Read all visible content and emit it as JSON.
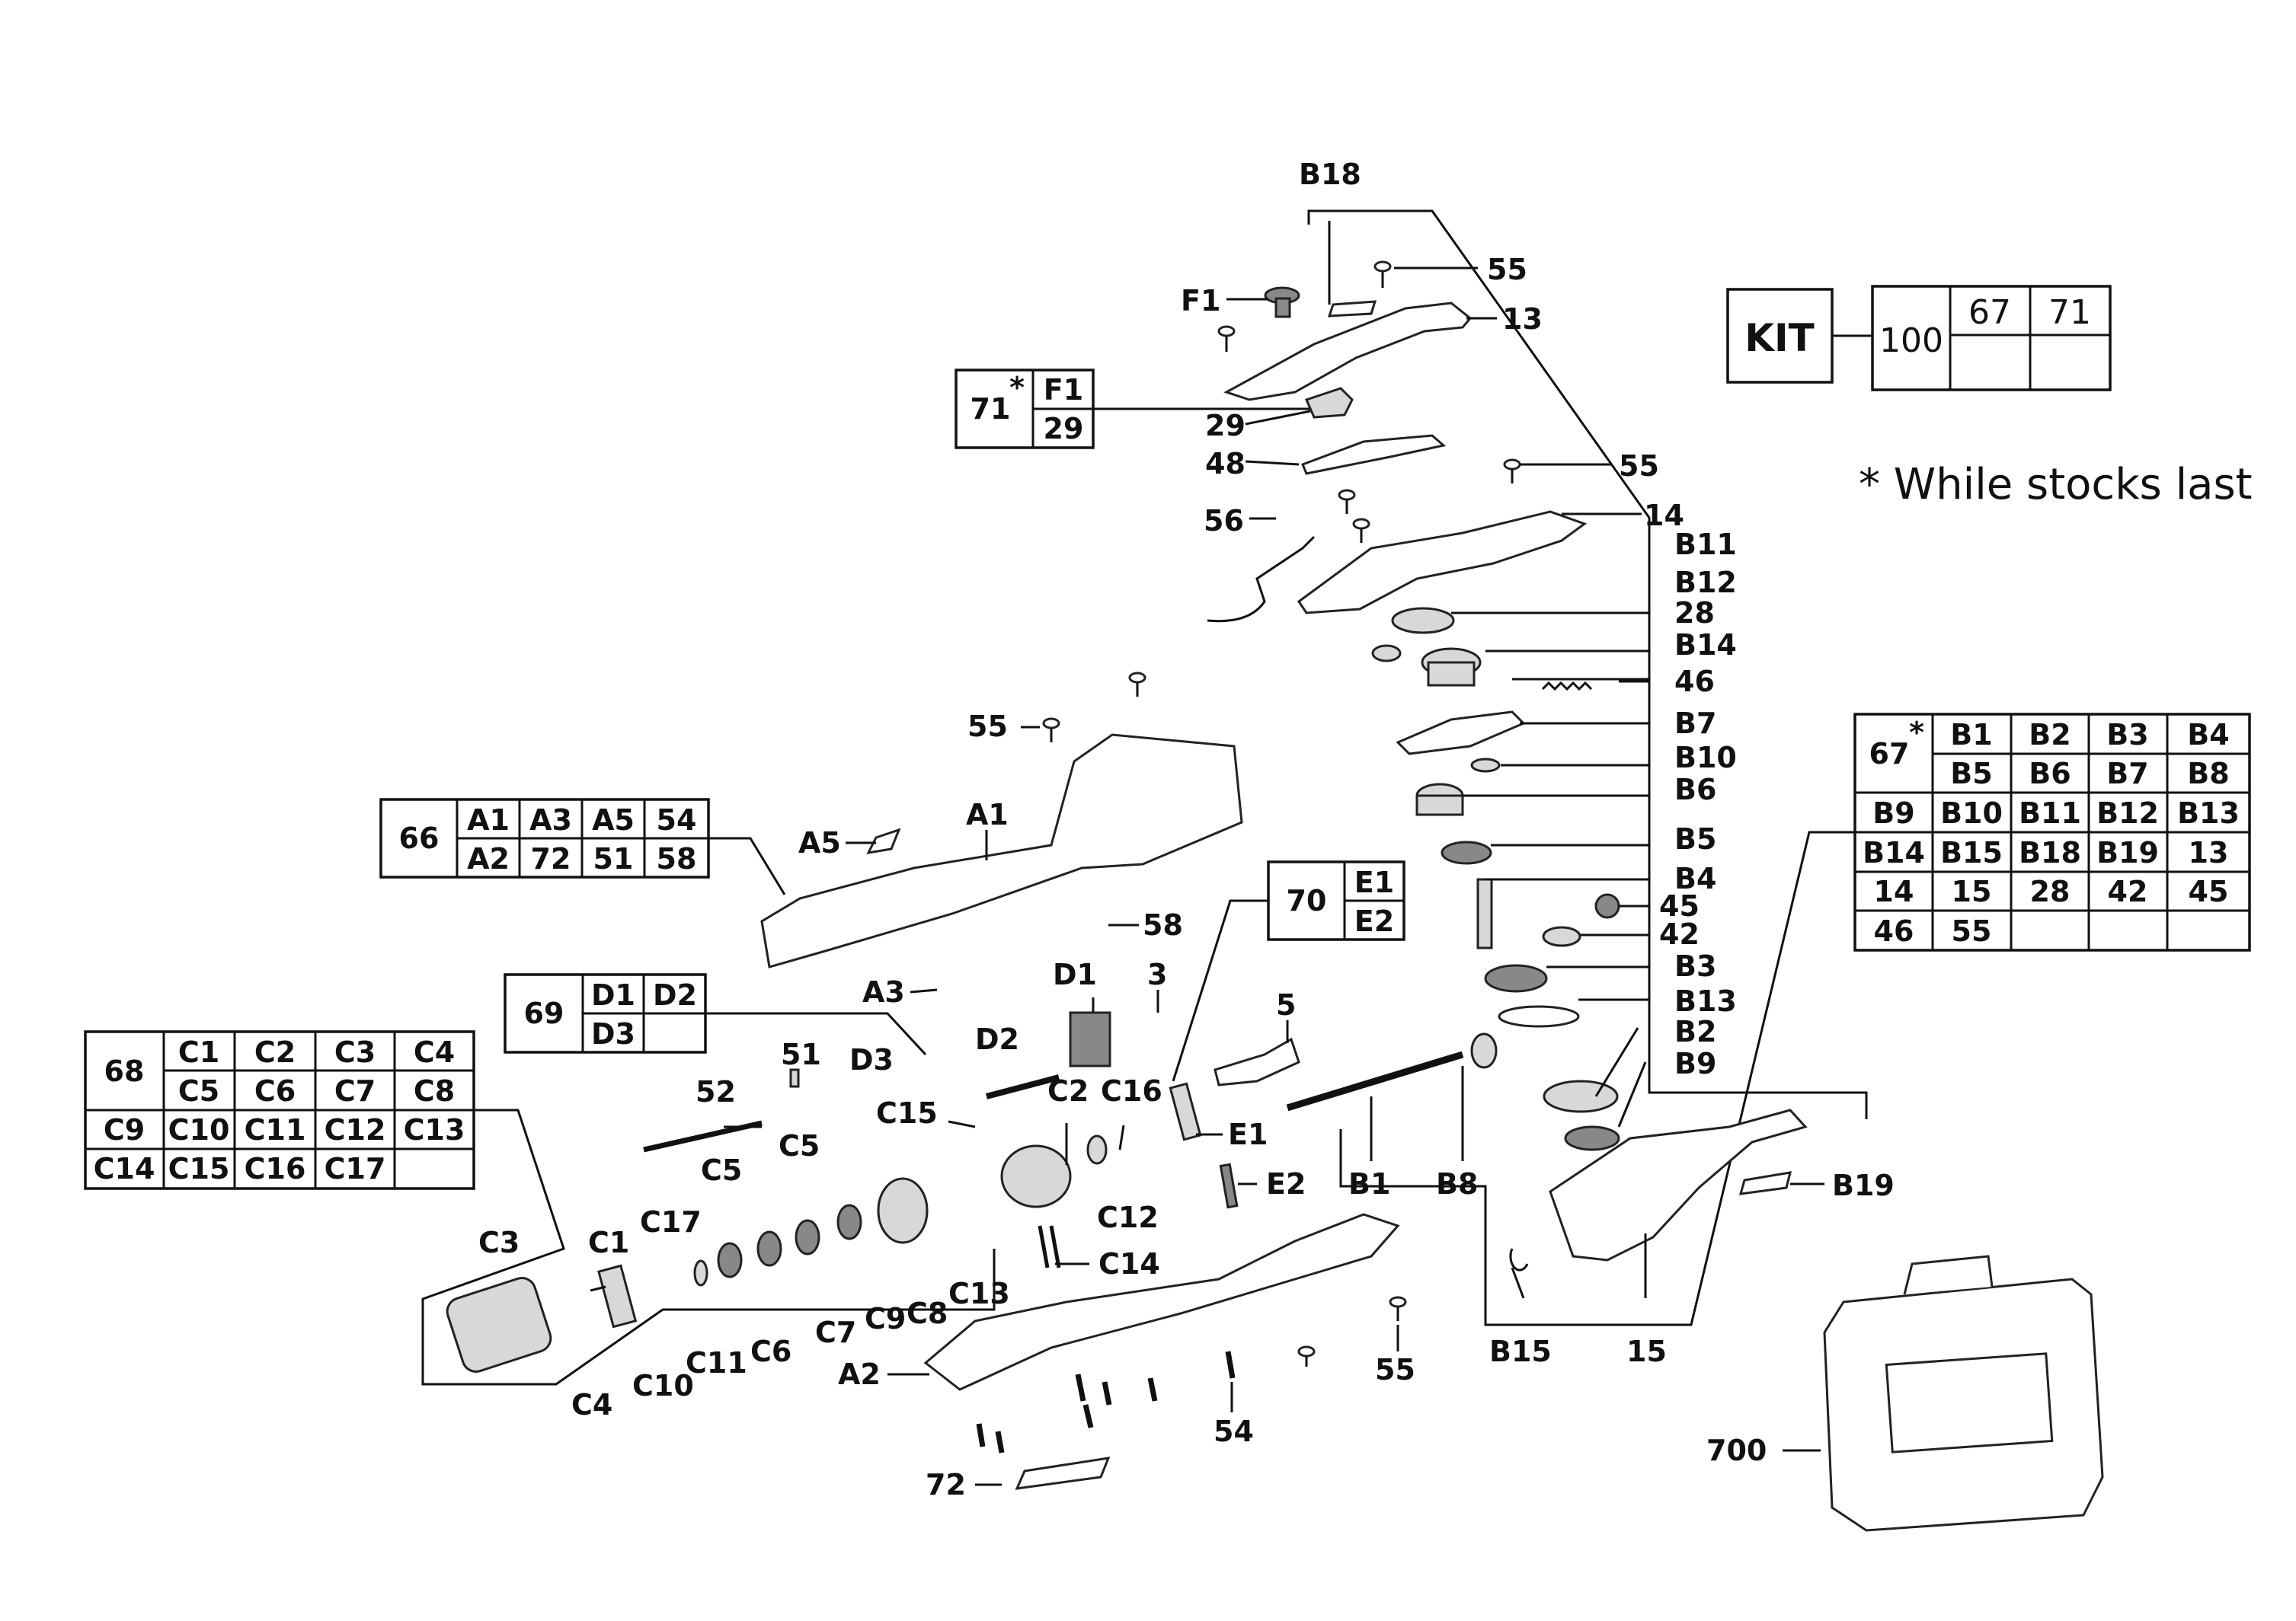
{
  "note": "* While stocks last",
  "kit": {
    "label": "KIT",
    "items": [
      "100",
      "67",
      "71"
    ]
  },
  "kit_tables": {
    "t71": {
      "id": "71",
      "star": "*",
      "items": [
        "F1",
        "29"
      ]
    },
    "t66": {
      "id": "66",
      "items": [
        "A1",
        "A3",
        "A5",
        "54",
        "A2",
        "72",
        "51",
        "58"
      ]
    },
    "t69": {
      "id": "69",
      "items": [
        "D1",
        "D2",
        "D3"
      ]
    },
    "t70": {
      "id": "70",
      "items": [
        "E1",
        "E2"
      ]
    },
    "t68": {
      "id": "68",
      "items": [
        "C1",
        "C2",
        "C3",
        "C4",
        "C5",
        "C6",
        "C7",
        "C8",
        "C9",
        "C10",
        "C11",
        "C12",
        "C13",
        "C14",
        "C15",
        "C16",
        "C17"
      ]
    },
    "t67": {
      "id": "67",
      "star": "*",
      "items": [
        "B1",
        "B2",
        "B3",
        "B4",
        "B5",
        "B6",
        "B7",
        "B8",
        "B9",
        "B10",
        "B11",
        "B12",
        "B13",
        "B14",
        "B15",
        "B18",
        "B19",
        "13",
        "14",
        "15",
        "28",
        "42",
        "45",
        "46",
        "55"
      ]
    }
  },
  "callouts": [
    "B18",
    "55",
    "F1",
    "13",
    "29",
    "48",
    "55",
    "56",
    "14",
    "B11",
    "B12",
    "28",
    "B14",
    "46",
    "B7",
    "B10",
    "B6",
    "B5",
    "B4",
    "45",
    "42",
    "B3",
    "B13",
    "B2",
    "B9",
    "55",
    "A5",
    "A1",
    "58",
    "A3",
    "D1",
    "3",
    "5",
    "D3",
    "D2",
    "51",
    "52",
    "C15",
    "C2",
    "C16",
    "E1",
    "E2",
    "B1",
    "B8",
    "B19",
    "C5",
    "C17",
    "C5",
    "C1",
    "C3",
    "C12",
    "C14",
    "C13",
    "C9",
    "C8",
    "C7",
    "C6",
    "C11",
    "C10",
    "C4",
    "A2",
    "55",
    "B15",
    "15",
    "54",
    "72",
    "700"
  ]
}
